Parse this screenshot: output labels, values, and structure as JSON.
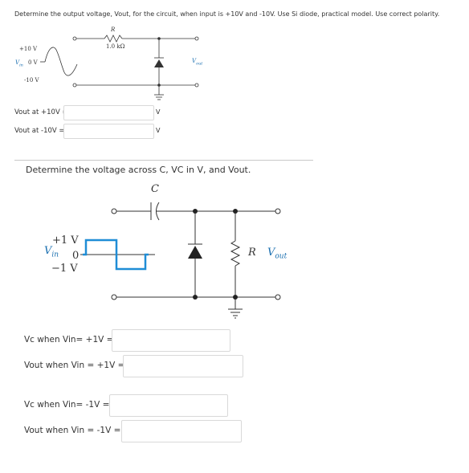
{
  "question1": {
    "prompt": "Determine the output voltage, Vout, for the circuit, when input is +10V and -10V. Use Si diode, practical model. Use correct polarity.",
    "circuit": {
      "resistor_symbol": "R",
      "resistor_value": "1.0 kΩ",
      "input_high": "+10 V",
      "input_zero": "0 V",
      "input_low": "-10 V",
      "input_label": "V",
      "input_label_sub": "in",
      "output_label": "V",
      "output_label_sub": "out"
    },
    "answers": [
      {
        "label": "Vout at +10V =",
        "value": "",
        "unit": "V"
      },
      {
        "label": "Vout at -10V =",
        "value": "",
        "unit": "V"
      }
    ]
  },
  "question2": {
    "prompt": "Determine the voltage across C, VC in V, and Vout.",
    "circuit": {
      "capacitor_symbol": "C",
      "input_high": "+1 V",
      "input_zero": "0",
      "input_low": "−1 V",
      "input_label": "V",
      "input_label_sub": "in",
      "resistor_symbol": "R",
      "output_label": "V",
      "output_label_sub": "out",
      "waveform_color": "#1f8dd6"
    },
    "answers": [
      {
        "label": "Vc when Vin= +1V =",
        "value": ""
      },
      {
        "label": "Vout when Vin = +1V =",
        "value": ""
      },
      {
        "label": "Vc when Vin= -1V =",
        "value": ""
      },
      {
        "label": "Vout when Vin = -1V =",
        "value": ""
      }
    ]
  }
}
